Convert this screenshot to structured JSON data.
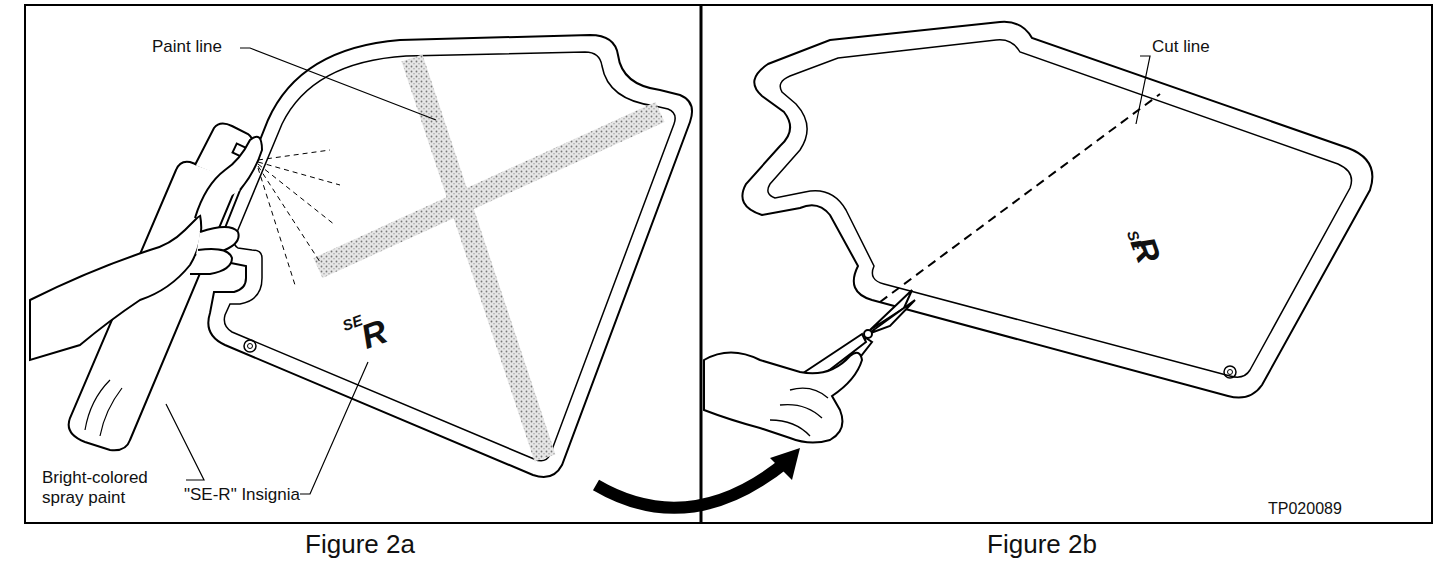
{
  "diagram": {
    "labels": [
      "Paint line",
      "Bright-colored spray paint",
      "\"SE-R\" Insignia",
      "SE",
      "R",
      "Cut line",
      "SE",
      "R",
      "TP020089",
      "Figure 2a",
      "Figure 2b"
    ]
  }
}
